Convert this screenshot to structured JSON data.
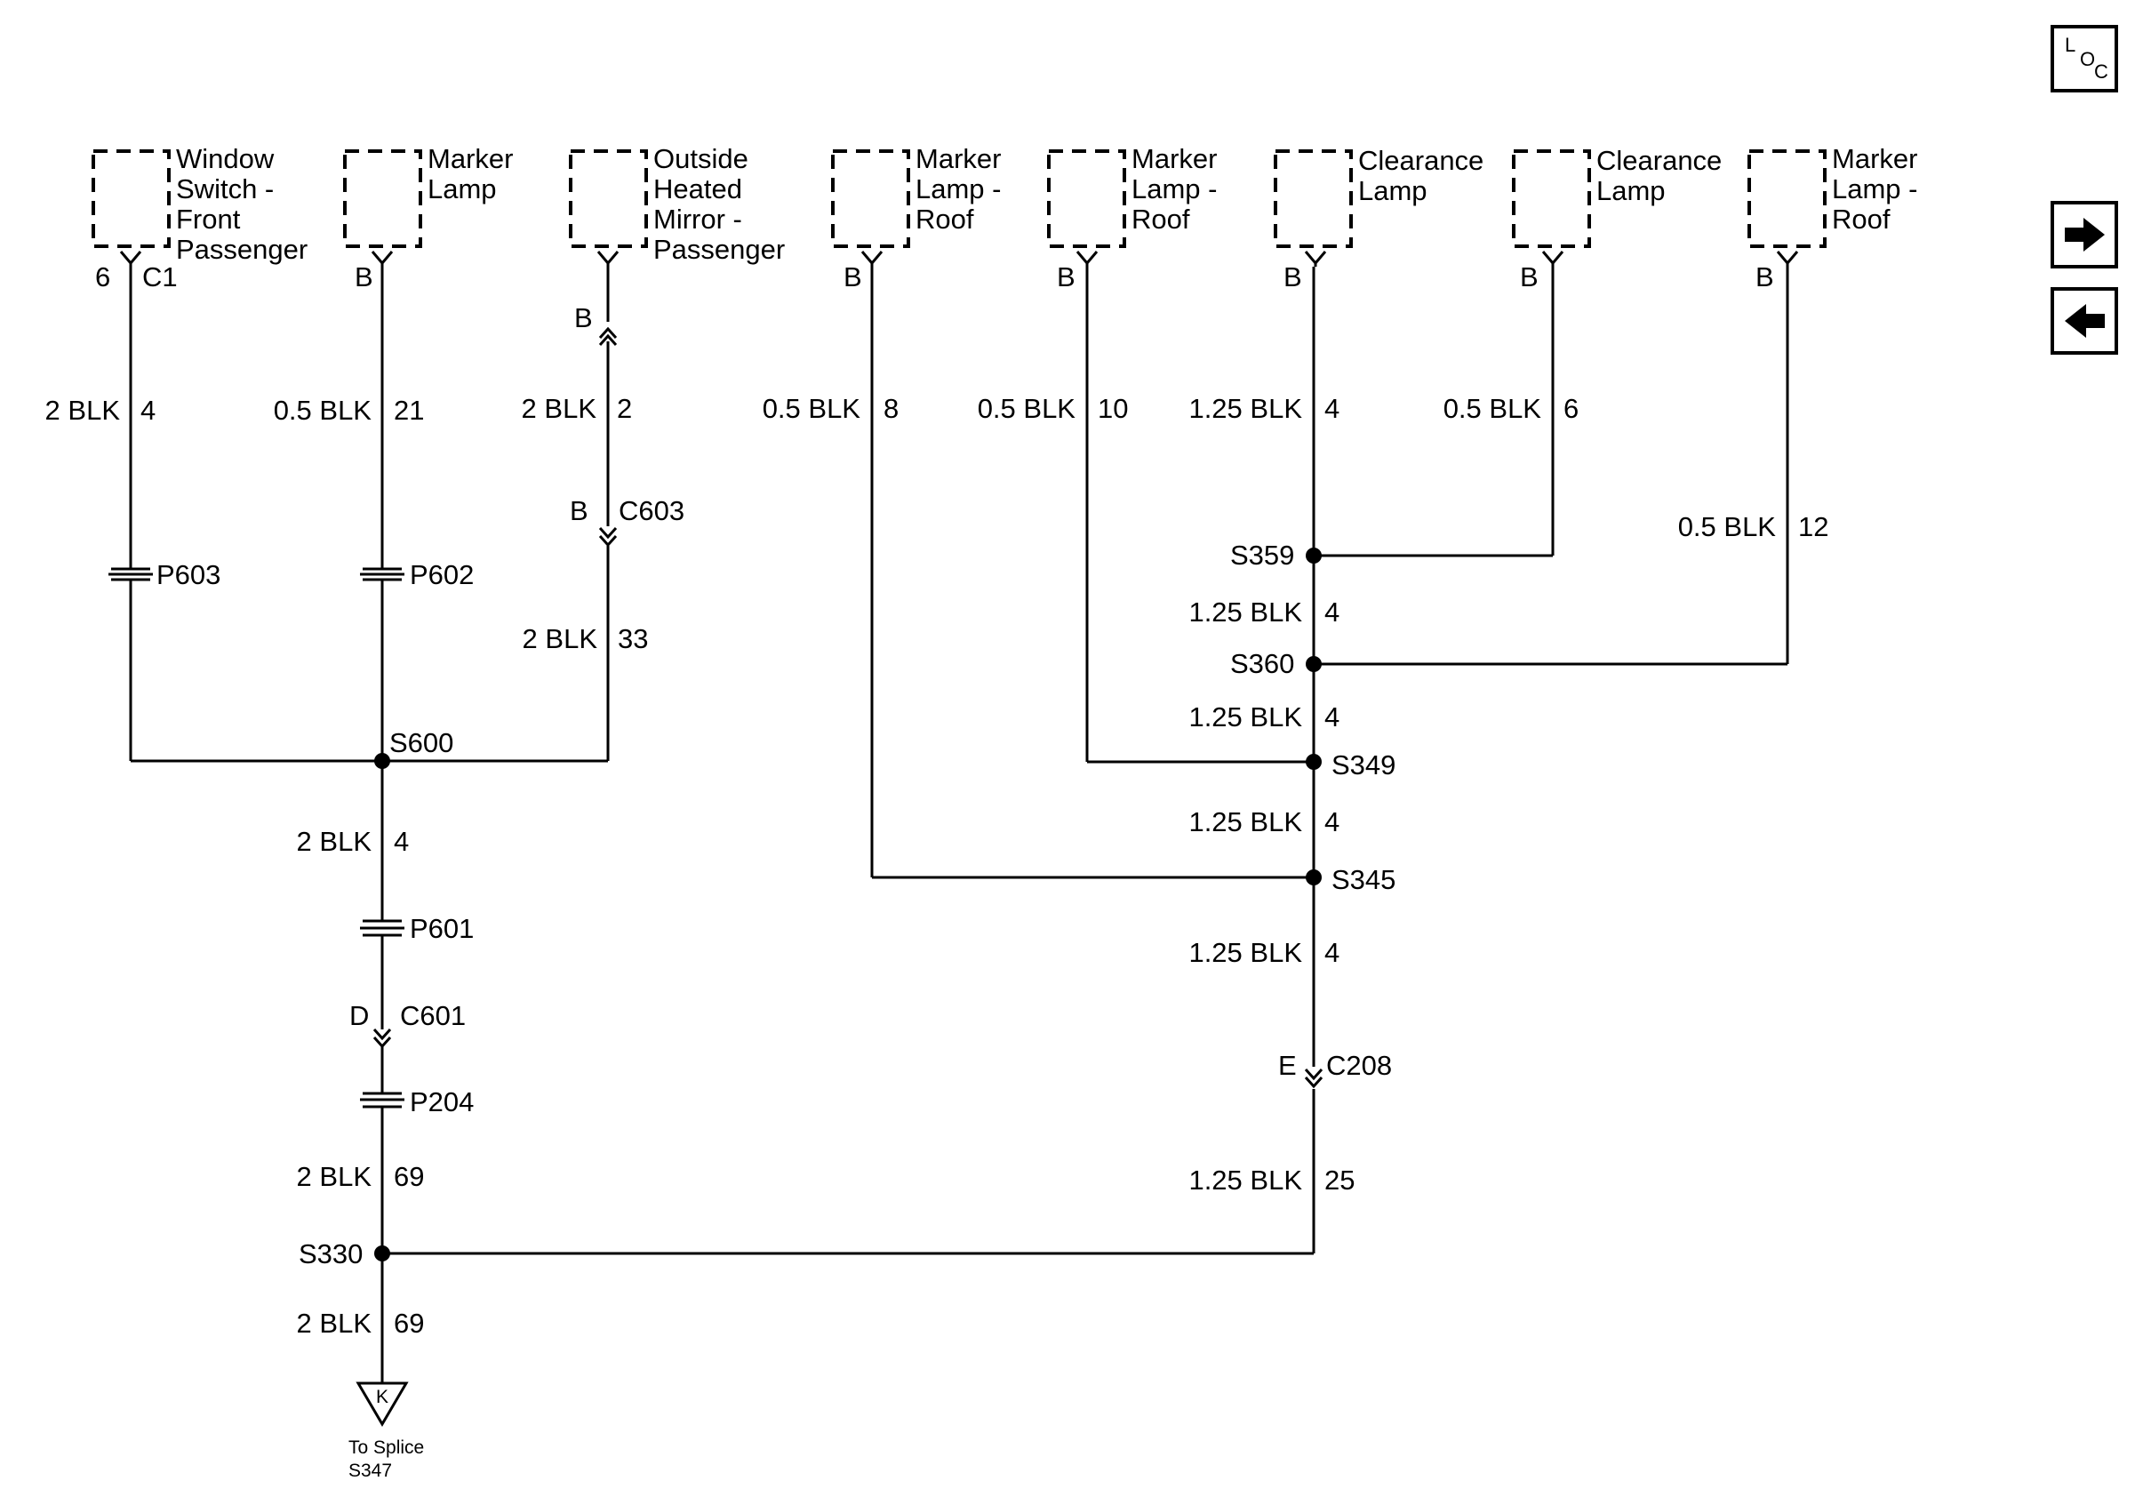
{
  "nav": {
    "loc_l": "L",
    "loc_o": "O",
    "loc_c": "C",
    "next_icon": "arrow-right",
    "prev_icon": "arrow-left"
  },
  "components": [
    {
      "lines": [
        "Window",
        "Switch -",
        "Front",
        "Passenger"
      ]
    },
    {
      "lines": [
        "Marker",
        "Lamp"
      ]
    },
    {
      "lines": [
        "Outside",
        "Heated",
        "Mirror -",
        "Passenger"
      ]
    },
    {
      "lines": [
        "Marker",
        "Lamp -",
        "Roof"
      ]
    },
    {
      "lines": [
        "Marker",
        "Lamp -",
        "Roof"
      ]
    },
    {
      "lines": [
        "Clearance",
        "Lamp"
      ]
    },
    {
      "lines": [
        "Clearance",
        "Lamp"
      ]
    },
    {
      "lines": [
        "Marker",
        "Lamp -",
        "Roof"
      ]
    }
  ],
  "pins": {
    "p1_pin": "6",
    "p1_conn": "C1",
    "p2": "B",
    "p3": "B",
    "p4": "B",
    "p5": "B",
    "p6": "B",
    "p7": "B",
    "p8": "B",
    "mirror_inline_pin": "B"
  },
  "wires": {
    "w1": {
      "gauge": "2 BLK",
      "circuit": "4"
    },
    "w2": {
      "gauge": "0.5 BLK",
      "circuit": "21"
    },
    "w3": {
      "gauge": "2 BLK",
      "circuit": "2"
    },
    "w3b": {
      "gauge": "2 BLK",
      "circuit": "33"
    },
    "w4": {
      "gauge": "0.5 BLK",
      "circuit": "8"
    },
    "w5": {
      "gauge": "0.5 BLK",
      "circuit": "10"
    },
    "w6": {
      "gauge": "1.25 BLK",
      "circuit": "4"
    },
    "w7": {
      "gauge": "0.5 BLK",
      "circuit": "6"
    },
    "w8": {
      "gauge": "0.5 BLK",
      "circuit": "12"
    },
    "w9": {
      "gauge": "1.25 BLK",
      "circuit": "4"
    },
    "w10": {
      "gauge": "1.25 BLK",
      "circuit": "4"
    },
    "w11": {
      "gauge": "1.25 BLK",
      "circuit": "4"
    },
    "w12": {
      "gauge": "1.25 BLK",
      "circuit": "4"
    },
    "w13": {
      "gauge": "2 BLK",
      "circuit": "4"
    },
    "w14": {
      "gauge": "1.25 BLK",
      "circuit": "25"
    },
    "w15": {
      "gauge": "2 BLK",
      "circuit": "69"
    },
    "w16": {
      "gauge": "2 BLK",
      "circuit": "69"
    }
  },
  "passthroughs": {
    "p603": "P603",
    "p602": "P602",
    "p601": "P601",
    "p204": "P204"
  },
  "inline_connectors": {
    "c603_pin": "B",
    "c603": "C603",
    "c601_pin": "D",
    "c601": "C601",
    "c208_pin": "E",
    "c208": "C208"
  },
  "splices": {
    "s359": "S359",
    "s360": "S360",
    "s349": "S349",
    "s345": "S345",
    "s600": "S600",
    "s330": "S330"
  },
  "ground_ref": {
    "letter": "K",
    "line1": "To Splice",
    "line2": "S347"
  }
}
